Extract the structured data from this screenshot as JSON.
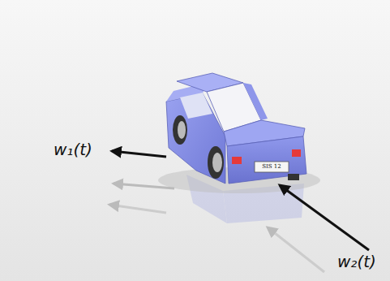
{
  "diagram": {
    "labels": [
      "w₁(t)",
      "w₂(t)",
      "SIS 12"
    ]
  }
}
